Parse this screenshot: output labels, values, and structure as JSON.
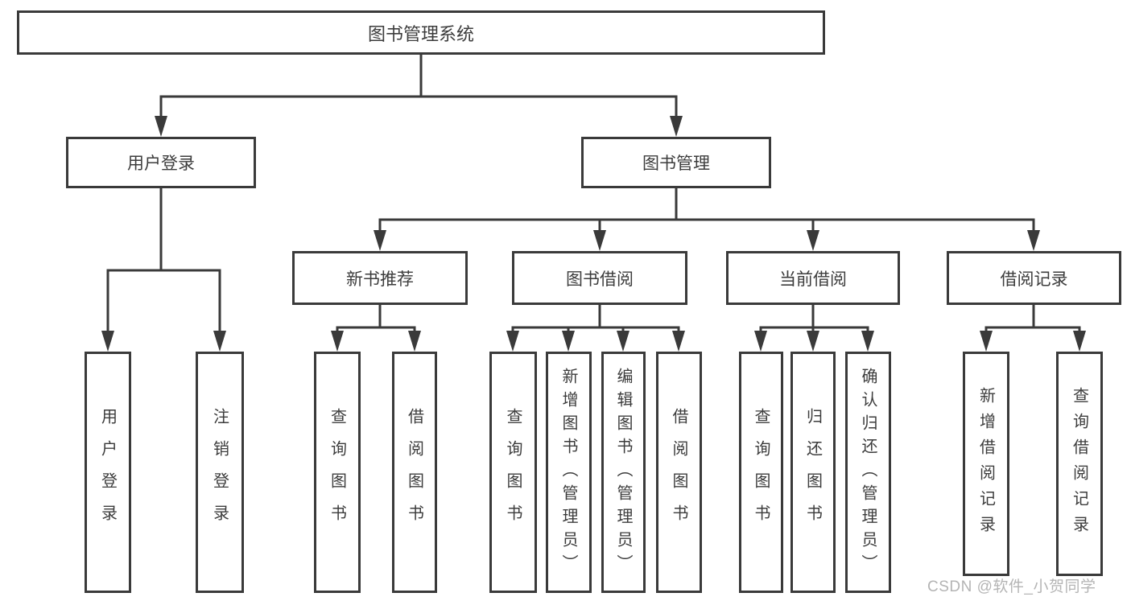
{
  "diagram": {
    "root": {
      "label": "图书管理系统"
    },
    "level2": [
      {
        "id": "user-login",
        "label": "用户登录"
      },
      {
        "id": "book-management",
        "label": "图书管理"
      }
    ],
    "level3": [
      {
        "id": "new-book-recommend",
        "label": "新书推荐"
      },
      {
        "id": "book-borrow",
        "label": "图书借阅"
      },
      {
        "id": "current-borrow",
        "label": "当前借阅"
      },
      {
        "id": "borrow-record",
        "label": "借阅记录"
      }
    ],
    "leaves": [
      {
        "id": "user-login-leaf",
        "parent": "user-login",
        "label": "用户登录"
      },
      {
        "id": "logout-leaf",
        "parent": "user-login",
        "label": "注销登录"
      },
      {
        "id": "query-books-recommend",
        "parent": "new-book-recommend",
        "label": "查询图书"
      },
      {
        "id": "borrow-books-recommend",
        "parent": "new-book-recommend",
        "label": "借阅图书"
      },
      {
        "id": "query-books-borrow",
        "parent": "book-borrow",
        "label": "查询图书"
      },
      {
        "id": "add-books-admin",
        "parent": "book-borrow",
        "label": "新增图书（管理员）"
      },
      {
        "id": "edit-books-admin",
        "parent": "book-borrow",
        "label": "编辑图书（管理员）"
      },
      {
        "id": "borrow-books",
        "parent": "book-borrow",
        "label": "借阅图书"
      },
      {
        "id": "query-books-current",
        "parent": "current-borrow",
        "label": "查询图书"
      },
      {
        "id": "return-books",
        "parent": "current-borrow",
        "label": "归还图书"
      },
      {
        "id": "confirm-return-admin",
        "parent": "current-borrow",
        "label": "确认归还（管理员）"
      },
      {
        "id": "add-borrow-record",
        "parent": "borrow-record",
        "label": "新增借阅记录"
      },
      {
        "id": "query-borrow-record",
        "parent": "borrow-record",
        "label": "查询借阅记录"
      }
    ],
    "colors": {
      "line": "#3a3a3a",
      "text": "#3c3c3c",
      "background": "#ffffff",
      "watermark": "#b4b4b4"
    }
  },
  "watermark": {
    "text": "CSDN @软件_小贺同学"
  }
}
